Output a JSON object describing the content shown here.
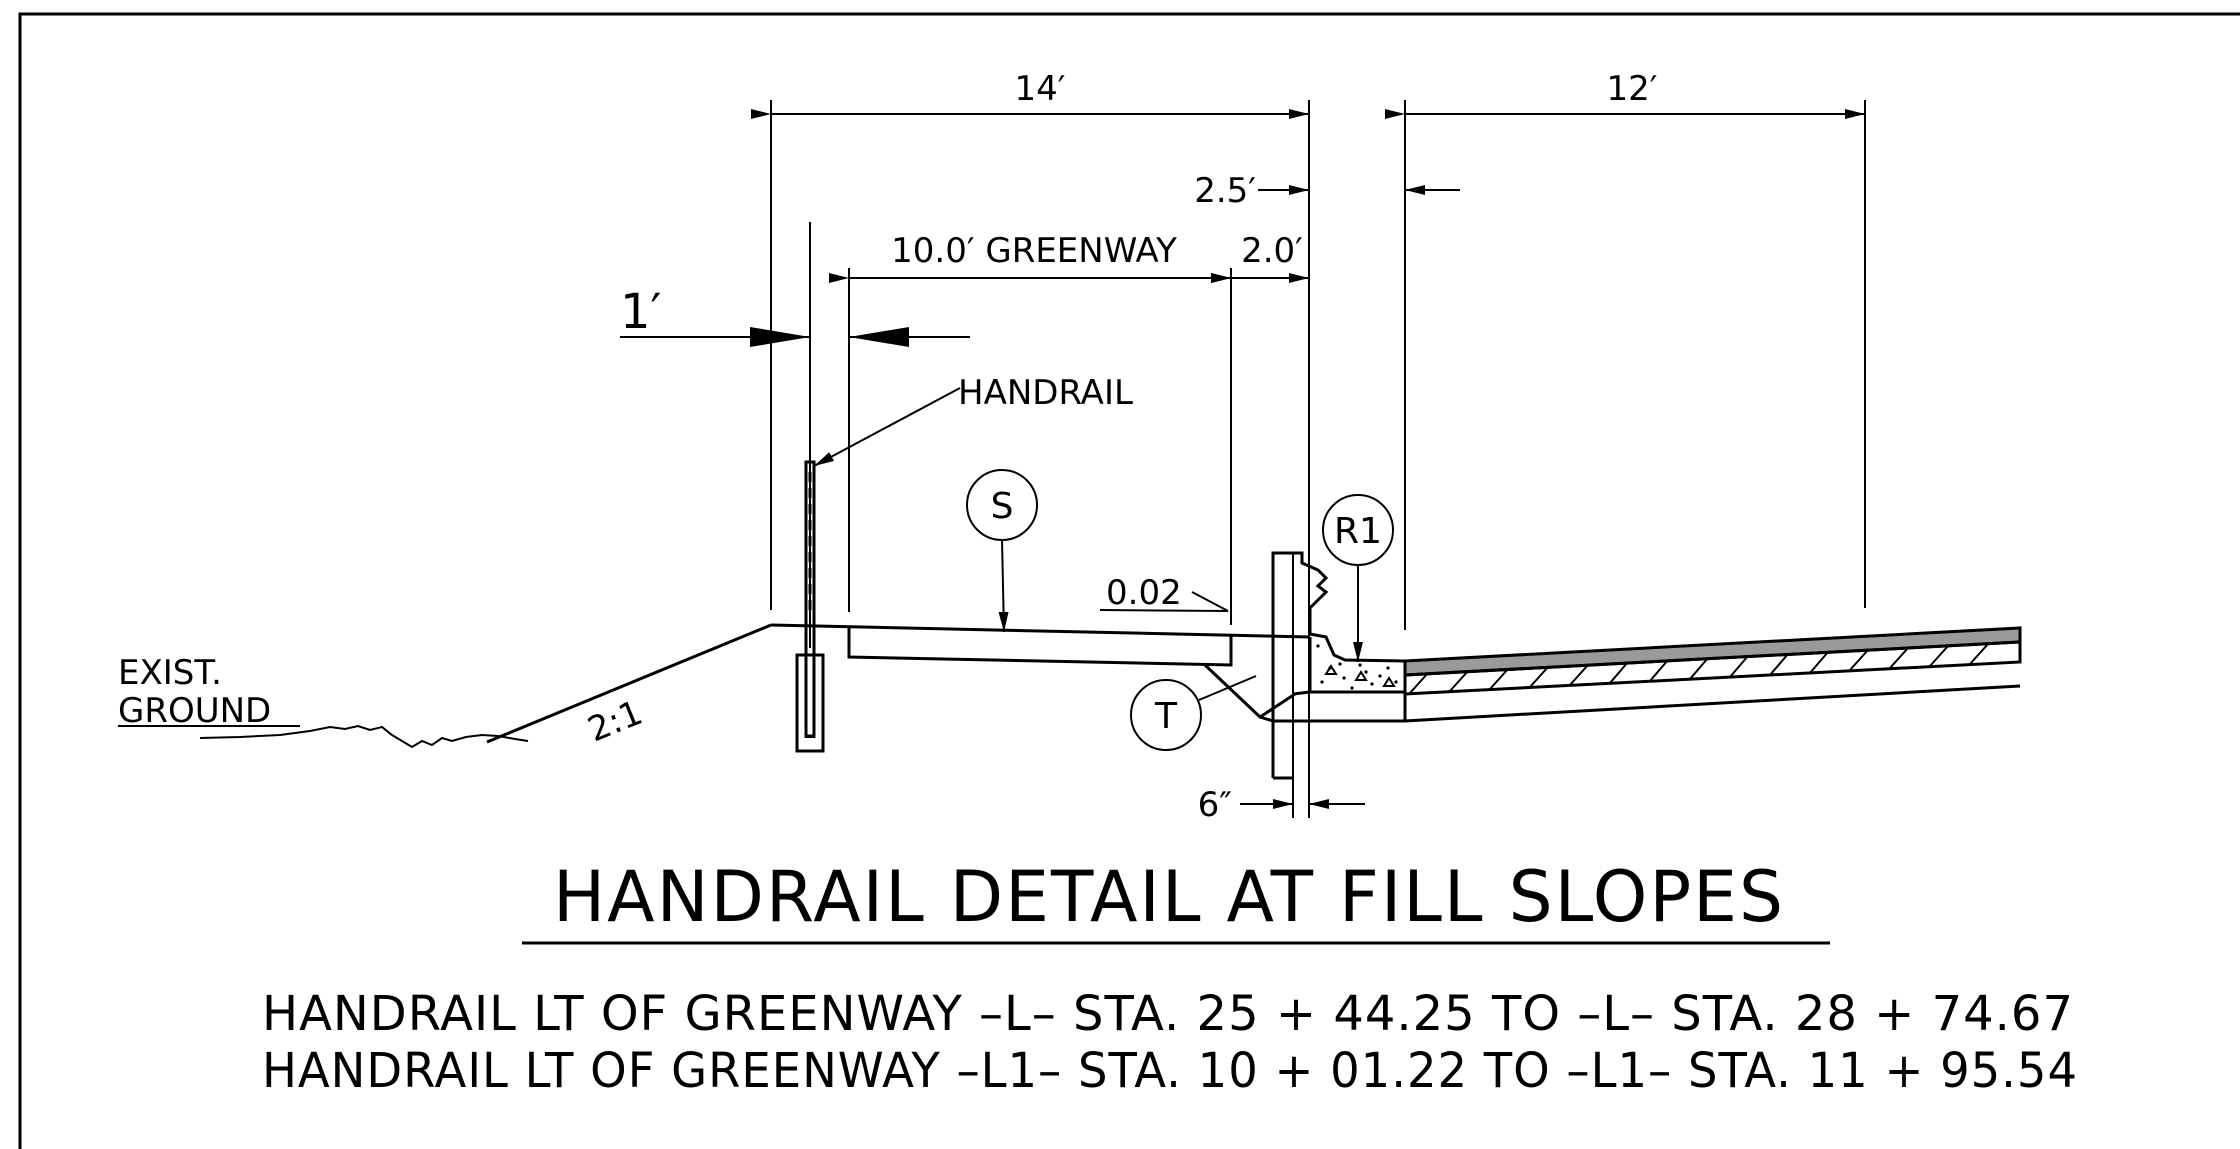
{
  "dimensions": {
    "top_left": "14′",
    "top_right": "12′",
    "offset_2_5": "2.5′",
    "greenway": "10.0′ GREENWAY",
    "offset_2_0": "2.0′",
    "one_foot": "1′",
    "six_inch": "6″",
    "slope_rate": "0.02",
    "side_slope": "2:1"
  },
  "labels": {
    "handrail": "HANDRAIL",
    "exist_line1": "EXIST.",
    "exist_line2": "GROUND"
  },
  "tags": {
    "s": "S",
    "r1": "R1",
    "t": "T"
  },
  "title": "HANDRAIL DETAIL AT FILL SLOPES",
  "notes": [
    "HANDRAIL LT OF GREENWAY –L– STA. 25 + 44.25  TO  –L– STA. 28 + 74.67",
    "HANDRAIL LT OF GREENWAY –L1– STA. 10 + 01.22  TO  –L1– STA. 11 + 95.54"
  ]
}
